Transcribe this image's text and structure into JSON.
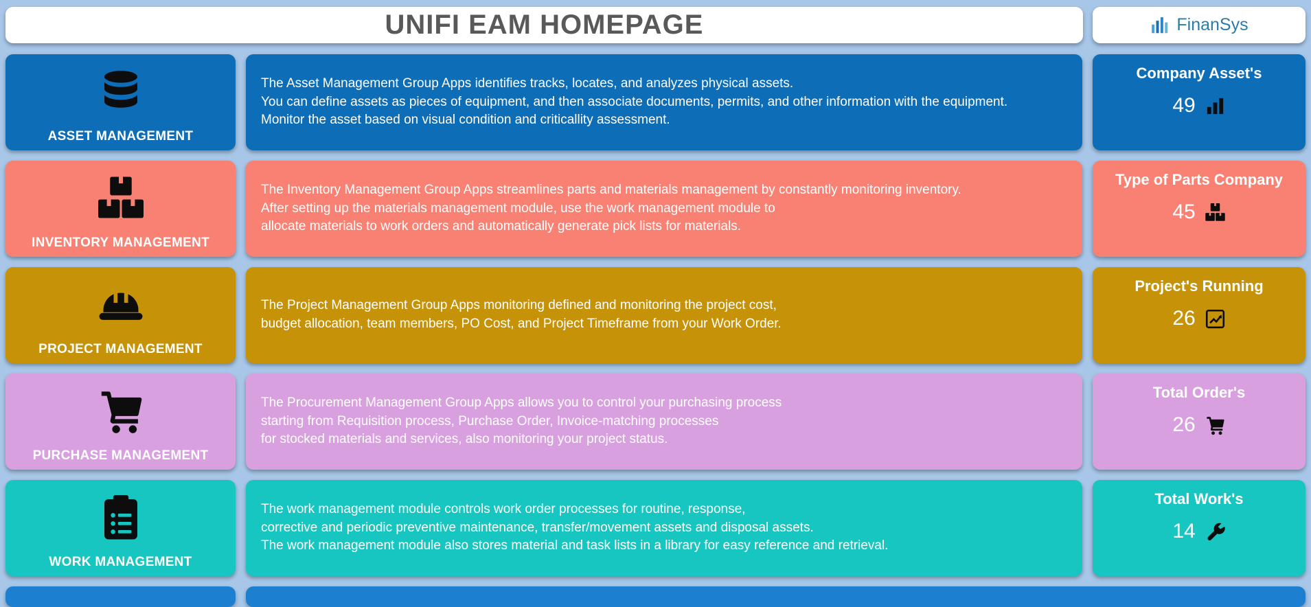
{
  "header": {
    "title": "UNIFI EAM HOMEPAGE",
    "logo_text": "FinanSys",
    "logo_icon": "finansys-bars-icon",
    "logo_color": "#2a7ca9"
  },
  "rows": [
    {
      "module": "ASSET MANAGEMENT",
      "icon": "database-icon",
      "color": "#0d6db6",
      "description": "The Asset Management Group Apps identifies tracks, locates, and analyzes physical assets.\nYou can define assets as pieces of equipment, and then associate documents, permits, and other information with the equipment.\nMonitor the asset based on visual condition and criticallity assessment.",
      "stat": {
        "title": "Company Asset's",
        "value": "49",
        "icon": "bar-chart-icon"
      }
    },
    {
      "module": "INVENTORY MANAGEMENT",
      "icon": "boxes-icon",
      "color": "#f98173",
      "description": "The Inventory Management Group Apps streamlines parts and materials management by constantly monitoring inventory.\nAfter setting up the materials management module, use the work management module to\nallocate materials to work orders and automatically generate pick lists for materials.",
      "stat": {
        "title": "Type of Parts Company",
        "value": "45",
        "icon": "parts-boxes-icon"
      }
    },
    {
      "module": "PROJECT MANAGEMENT",
      "icon": "hard-hat-icon",
      "color": "#c59208",
      "description": "The Project Management Group Apps monitoring defined and monitoring the project cost,\nbudget allocation, team members, PO Cost, and Project Timeframe from your Work Order.",
      "stat": {
        "title": "Project's Running",
        "value": "26",
        "icon": "line-chart-icon"
      }
    },
    {
      "module": "PURCHASE MANAGEMENT",
      "icon": "shopping-cart-icon",
      "color": "#d9a0e0",
      "description": "The Procurement Management Group Apps allows you to control your purchasing process\nstarting from Requisition process, Purchase Order, Invoice-matching processes\nfor stocked materials and services, also monitoring your project status.",
      "stat": {
        "title": "Total Order's",
        "value": "26",
        "icon": "cart-icon"
      }
    },
    {
      "module": "WORK MANAGEMENT",
      "icon": "clipboard-list-icon",
      "color": "#17c6c0",
      "description": "The work management module controls work order processes for routine, response,\ncorrective and periodic preventive maintenance, transfer/movement assets and disposal assets.\nThe work management module also stores material and task lists in a library for easy reference and retrieval.",
      "stat": {
        "title": "Total Work's",
        "value": "14",
        "icon": "wrench-icon"
      }
    }
  ],
  "partial_row": {
    "color": "#1d7fd0"
  }
}
